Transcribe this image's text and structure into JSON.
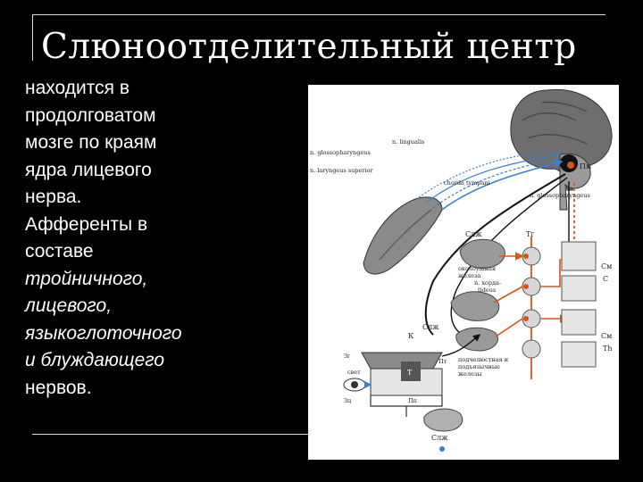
{
  "slide": {
    "title": "Слюноотделительный центр",
    "paragraph1": {
      "lines": [
        "находится в",
        "продолговатом",
        "мозге по краям",
        "ядра лицевого",
        "нерва."
      ]
    },
    "paragraph2": {
      "lines": [
        "Афференты в",
        "составе"
      ],
      "italic_lines": [
        "тройничного,",
        "лицевого,",
        "языкоглоточного",
        "и блуждающего"
      ],
      "last_line": "нервов."
    }
  },
  "figure": {
    "labels": {
      "n_lingualis": "n. lingualis",
      "n_glossopharyngeus": "n. glossopharyngeus",
      "n_laryngeus_superior": "n. laryngeus superior",
      "chorda_tympani": "chorda tympani",
      "n_glossopharyngeus_2": "n. glossopharyngeus",
      "pm": "Пм",
      "slzh_top": "Слж",
      "tg": "Тг",
      "okoloushnaya_1": "околоушная",
      "okoloushnaya_2": "железа",
      "n_chorda_1": "n. хорда-",
      "n_chorda_2": "tideus",
      "sm_top": "См",
      "c_label": "С",
      "slzh_mid": "Слж",
      "k": "К",
      "zg": "Зг",
      "pt_right": "Пт",
      "t_box": "Т",
      "svet": "свет",
      "zts": "Зц",
      "pp": "Пп",
      "podchel_1": "подчелюстная и",
      "podchel_2": "подъязычные",
      "podchel_3": "железы",
      "sm_bottom": "См",
      "th_label": "Th",
      "slzh_bottom": "Слж"
    },
    "colors": {
      "afferent": "#3a7fd0",
      "efferent_orange": "#d9541a",
      "efferent_black": "#111111",
      "gland_gray": "#9a9a9a"
    }
  }
}
